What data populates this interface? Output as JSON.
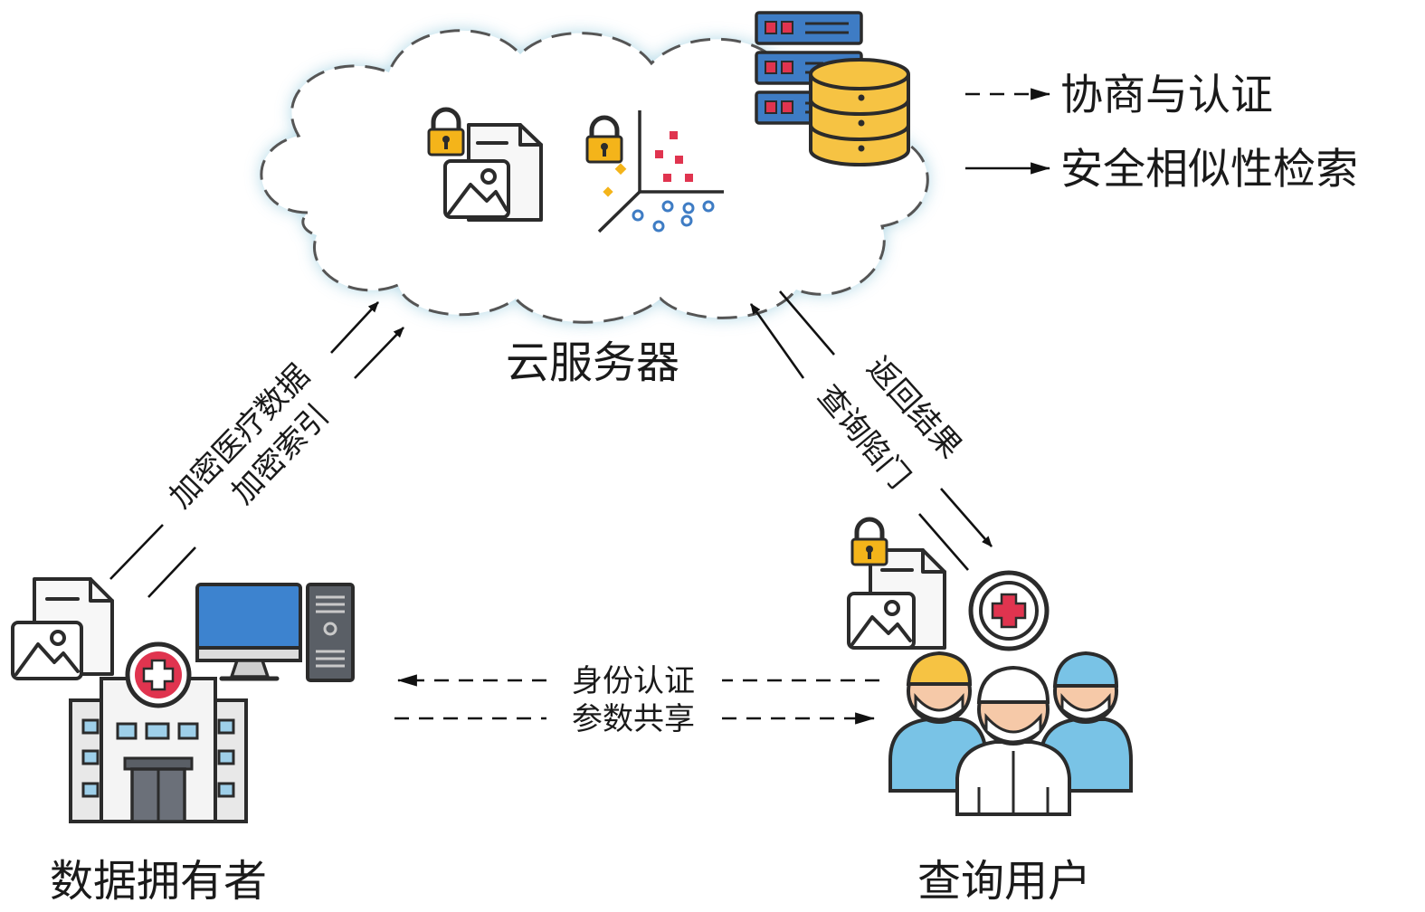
{
  "nodes": {
    "cloud_server": "云服务器",
    "data_owner": "数据拥有者",
    "query_user": "查询用户"
  },
  "legend": {
    "dashed": "协商与认证",
    "solid": "安全相似性检索"
  },
  "edges": {
    "owner_to_cloud_data": "加密医疗数据",
    "owner_to_cloud_index": "加密索引",
    "cloud_to_user_result": "返回结果",
    "user_to_cloud_trapdoor": "查询陷门",
    "user_to_owner_auth": "身份认证",
    "owner_to_user_params": "参数共享"
  },
  "colors": {
    "cloud_glow": "#9fcfe0",
    "lock_gold": "#f4b41a",
    "db_gold": "#f6c343",
    "server_blue": "#3e7cc4",
    "monitor_blue": "#3d83cf",
    "medical_red": "#e0344f",
    "scrubs_blue": "#79c3e6"
  },
  "icons": [
    "lock-icon",
    "document-image-icon",
    "vector-space-icon",
    "server-rack-icon",
    "database-icon",
    "hospital-building-icon",
    "desktop-computer-icon",
    "medical-cross-icon",
    "doctors-group-icon"
  ]
}
